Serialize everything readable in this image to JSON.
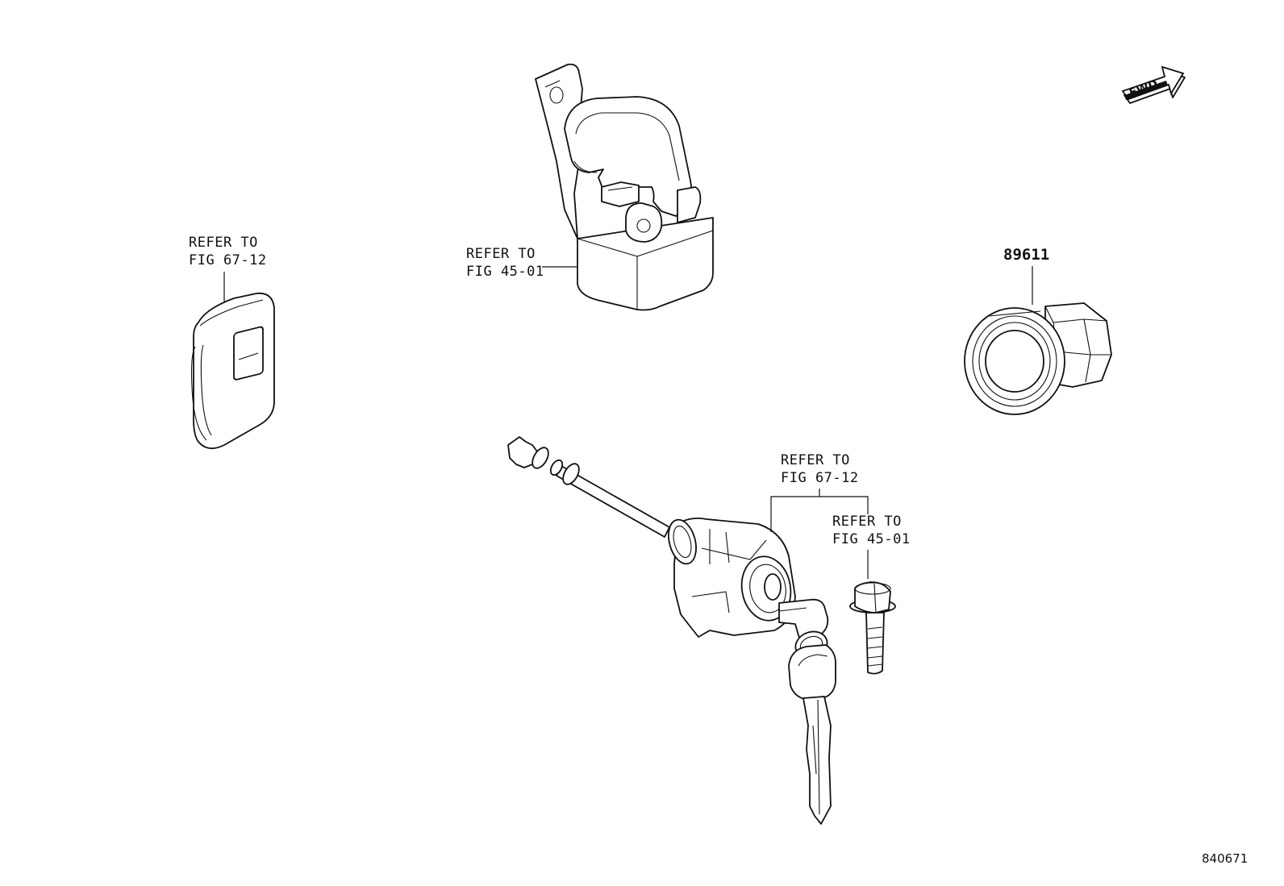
{
  "callouts": {
    "key_fob": [
      "REFER TO",
      "FIG 67-12"
    ],
    "ignition_switch": [
      "REFER TO",
      "FIG 45-01"
    ],
    "lock_cylinder": [
      "REFER TO",
      "FIG 67-12"
    ],
    "bolt": [
      "REFER TO",
      "FIG 45-01"
    ]
  },
  "part_number": "89611",
  "fwd_label": "FWD",
  "diagram_code": "840671"
}
